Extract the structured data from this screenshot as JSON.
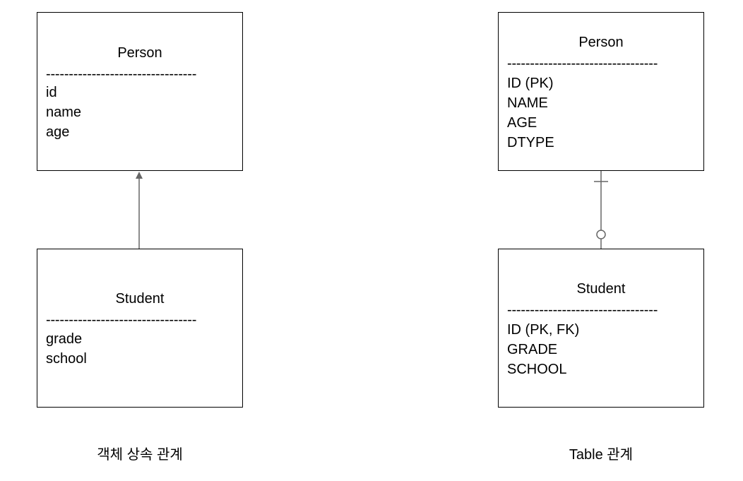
{
  "left_diagram": {
    "parent": {
      "title": "Person",
      "separator": "---------------------------------",
      "fields": [
        "id",
        "name",
        "age"
      ]
    },
    "child": {
      "title": "Student",
      "separator": "---------------------------------",
      "fields": [
        "grade",
        "school"
      ]
    },
    "caption": "객체 상속 관계"
  },
  "right_diagram": {
    "parent": {
      "title": "Person",
      "separator": "---------------------------------",
      "fields": [
        "ID (PK)",
        "NAME",
        "AGE",
        "DTYPE"
      ]
    },
    "child": {
      "title": "Student",
      "separator": "---------------------------------",
      "fields": [
        "ID (PK, FK)",
        "GRADE",
        "SCHOOL"
      ]
    },
    "caption": "Table 관계"
  },
  "colors": {
    "stroke": "#000000",
    "connector": "#666666"
  }
}
